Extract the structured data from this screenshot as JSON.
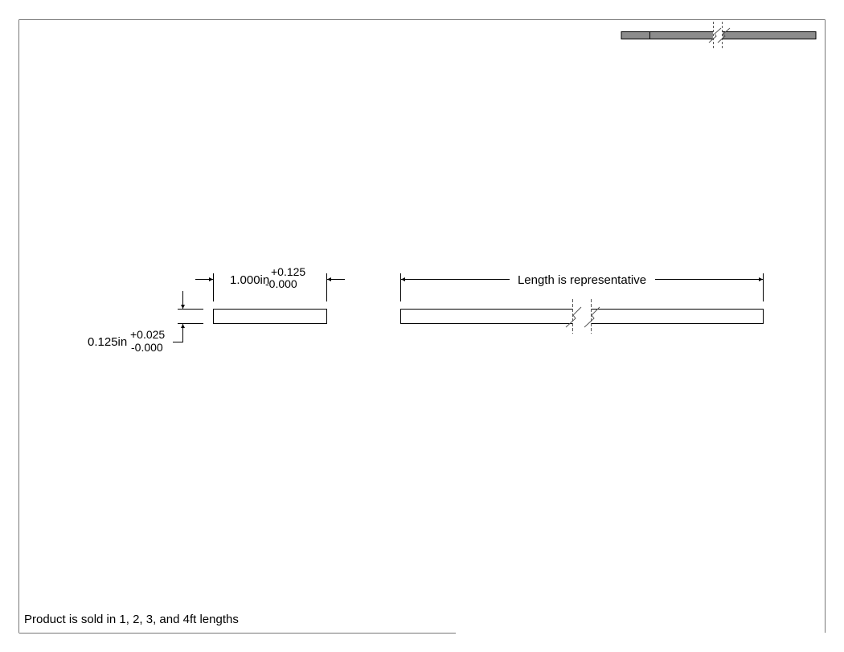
{
  "width_dimension": {
    "value": "1.000in",
    "tol_plus": "+0.125",
    "tol_minus": "-0.000"
  },
  "thickness_dimension": {
    "value": "0.125in",
    "tol_plus": "+0.025",
    "tol_minus": "-0.000"
  },
  "length_dimension": {
    "label": "Length is representative"
  },
  "note": {
    "text": "Product is sold in 1, 2, 3, and 4ft lengths"
  },
  "colors": {
    "line": "#000000",
    "thumbnail_fill": "#8c8c8c",
    "break_line": "#555555",
    "border": "#777777"
  }
}
